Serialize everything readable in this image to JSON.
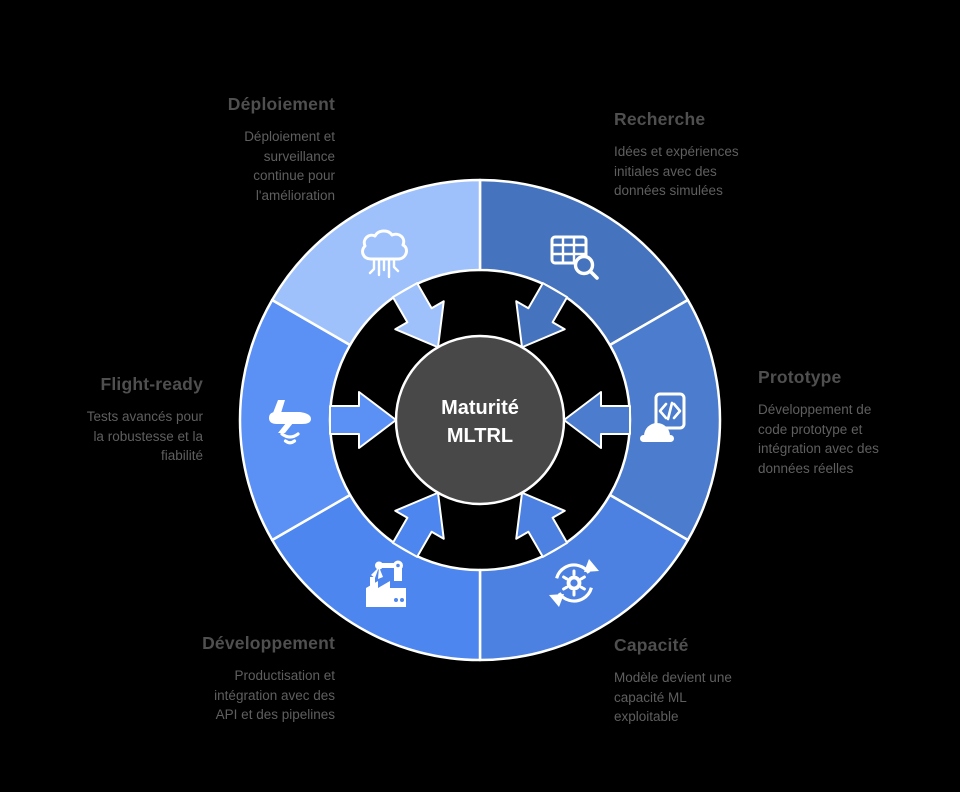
{
  "center": {
    "line1": "Maturité",
    "line2": "MLTRL",
    "color": "#484848",
    "text_color": "#ffffff"
  },
  "colors": {
    "background": "#000000",
    "divider": "#ffffff",
    "title_text": "#4f4f4f",
    "body_text": "#5f5f5f"
  },
  "segments": [
    {
      "id": "recherche",
      "label": "Recherche",
      "desc_lines": [
        "Idées et expériences",
        "initiales avec des",
        "données simulées"
      ],
      "color": "#4573bd",
      "icon": "table-search-icon"
    },
    {
      "id": "prototype",
      "label": "Prototype",
      "desc_lines": [
        "Développement de",
        "code prototype et",
        "intégration avec des",
        "données réelles"
      ],
      "color": "#4b7cce",
      "icon": "code-document-helmet-icon"
    },
    {
      "id": "capacite",
      "label": "Capacité",
      "desc_lines": [
        "Modèle devient une",
        "capacité ML",
        "exploitable"
      ],
      "color": "#4c81e1",
      "icon": "gear-sync-icon"
    },
    {
      "id": "developpement",
      "label": "Développement",
      "desc_lines": [
        "Productisation et",
        "intégration avec des",
        "API et des pipelines"
      ],
      "color": "#4d86ee",
      "icon": "factory-robot-arm-icon"
    },
    {
      "id": "flight_ready",
      "label": "Flight-ready",
      "desc_lines": [
        "Tests avancés pour",
        "la robustesse et la",
        "fiabilité"
      ],
      "color": "#5b90f5",
      "icon": "airplane-signal-icon"
    },
    {
      "id": "deploiement",
      "label": "Déploiement",
      "desc_lines": [
        "Déploiement et",
        "surveillance",
        "continue pour",
        "l'amélioration"
      ],
      "color": "#9fc1fb",
      "icon": "cloud-circuit-icon"
    }
  ]
}
